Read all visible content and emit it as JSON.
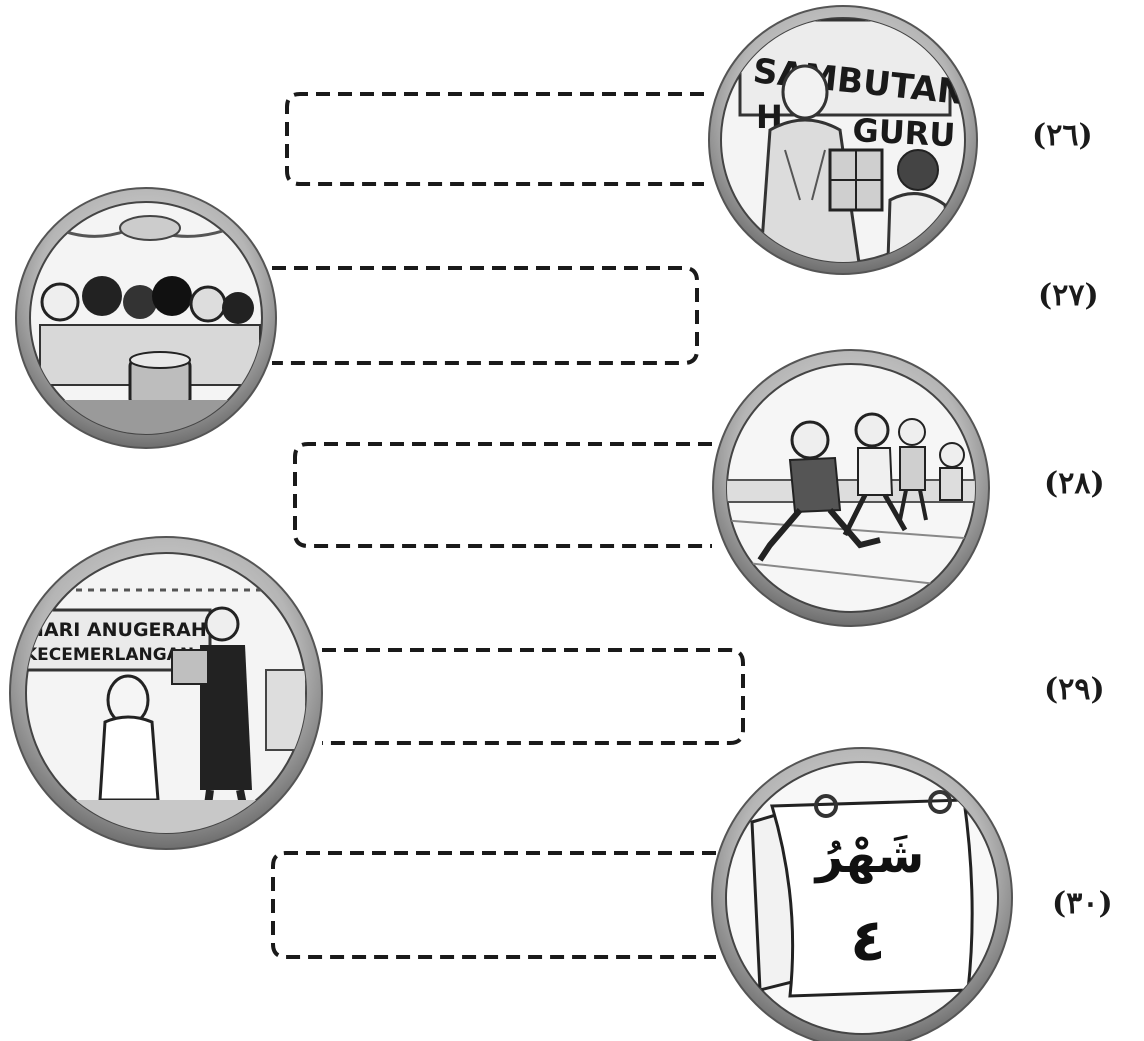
{
  "worksheet": {
    "items": [
      {
        "number": "(٢٦)",
        "picture_text": [
          "SAMBUTAN",
          "H",
          "GURU"
        ]
      },
      {
        "number": "(٢٧)"
      },
      {
        "number": "(٢٨)"
      },
      {
        "number": "(٢٩)",
        "picture_text": [
          "HARI ANUGERAH",
          "KECEMERLANGAN"
        ]
      },
      {
        "number": "(٣٠)",
        "picture_text": [
          "شَهْرُ",
          "٤"
        ]
      }
    ]
  }
}
